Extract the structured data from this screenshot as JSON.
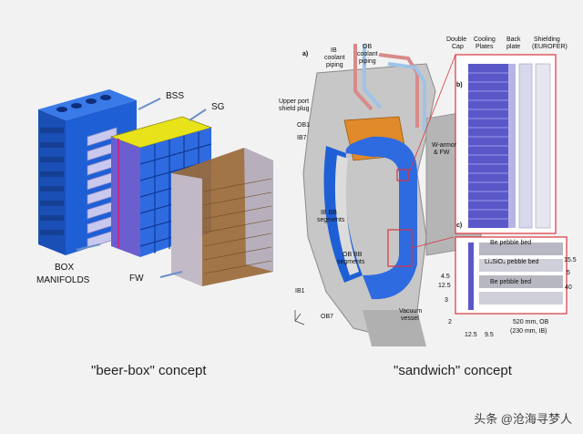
{
  "left": {
    "labels": {
      "bss": "BSS",
      "sg": "SG",
      "box_manifolds_l1": "BOX",
      "box_manifolds_l2": "MANIFOLDS",
      "fw": "FW"
    },
    "caption": "\"beer-box\" concept"
  },
  "right": {
    "panel_a": "a)",
    "panel_b": "b)",
    "panel_c": "c)",
    "ib_coolant_l1": "IB",
    "ib_coolant_l2": "coolant",
    "ib_coolant_l3": "piping",
    "ob_coolant_l1": "OB",
    "ob_coolant_l2": "coolant",
    "ob_coolant_l3": "piping",
    "upper_port_l1": "Upper port",
    "upper_port_l2": "shield plug",
    "ob1": "OB1",
    "ib7": "IB7",
    "ib_bb_l1": "IB BB",
    "ib_bb_l2": "segments",
    "ob_bb_l1": "OB BB",
    "ob_bb_l2": "segments",
    "ib1": "IB1",
    "ob7": "OB7",
    "vacuum_l1": "Vacuum",
    "vacuum_l2": "vessel",
    "double_cap_l1": "Double",
    "double_cap_l2": "Cap",
    "cooling_l1": "Cooling",
    "cooling_l2": "Plates",
    "back_plate_l1": "Back",
    "back_plate_l2": "plate",
    "shielding_l1": "Shielding",
    "shielding_l2": "(EUROFER)",
    "w_armor_l1": "W-armor",
    "w_armor_l2": "& FW",
    "be_bed_1": "Be pebble bed",
    "li_bed": "Li₄SiO₄ pebble bed",
    "be_bed_2": "Be pebble bed",
    "dim_15_5": "15.5",
    "dim_5": "5",
    "dim_40": "40",
    "dim_4_5": "4.5",
    "dim_12_5": "12.5",
    "dim_3": "3",
    "dim_2": "2",
    "dim_12_5b": "12.5",
    "dim_9_5": "9.5",
    "dim_520_l1": "520 mm, OB",
    "dim_520_l2": "(230 mm, IB)",
    "caption": "\"sandwich\" concept"
  },
  "watermark": "头条 @沧海寻梦人",
  "colors": {
    "background": "#f2f2f2",
    "blue_structure": "#1f5fd6",
    "yellow_sg": "#e7e21a",
    "brown_fw": "#9a6a3a",
    "grey_vessel": "#b9b9b9",
    "orange_plug": "#e08a2a",
    "pink_pipe": "#d98a8a",
    "red_box": "#d9363e"
  }
}
